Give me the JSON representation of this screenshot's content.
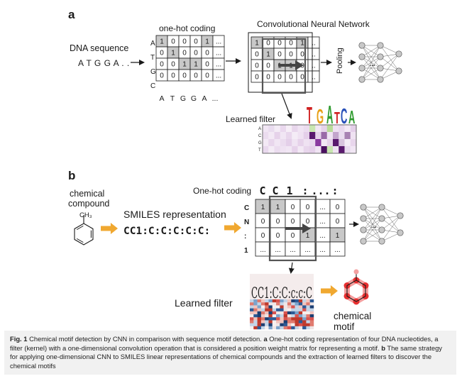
{
  "panel_a": {
    "label": "a",
    "dna_title": "DNA sequence",
    "dna_seq": "A T G G A . .",
    "onehot_title": "one-hot coding",
    "row_labels": [
      "A",
      "T",
      "G",
      "C"
    ],
    "col_labels": [
      "A",
      "T",
      "G",
      "G",
      "A",
      "..."
    ],
    "grid": [
      [
        "1",
        "0",
        "0",
        "0",
        "1",
        "..."
      ],
      [
        "0",
        "1",
        "0",
        "0",
        "0",
        "..."
      ],
      [
        "0",
        "0",
        "1",
        "1",
        "0",
        "..."
      ],
      [
        "0",
        "0",
        "0",
        "0",
        "0",
        "..."
      ]
    ],
    "cnn_title": "Convolutional Neural Network",
    "cnn_grid": [
      [
        "1",
        "0",
        "0",
        "0",
        "1",
        ".."
      ],
      [
        "0",
        "1",
        "0",
        "0",
        "0",
        ".."
      ],
      [
        "0",
        "0",
        "1",
        "1",
        "0",
        ".."
      ],
      [
        "0",
        "0",
        "0",
        "0",
        "0",
        ".."
      ]
    ],
    "pooling_label": "Pooling",
    "hidden_dots": "...",
    "learned_filter_label": "Learned filter",
    "filter_rows": [
      "A",
      "C",
      "G",
      "T"
    ],
    "logo_letters": [
      "T",
      "G",
      "A",
      "T",
      "C",
      "A"
    ],
    "logo_colors": {
      "A": "#2e9a2e",
      "C": "#2850b8",
      "G": "#e8a018",
      "T": "#d02020"
    }
  },
  "panel_b": {
    "label": "b",
    "compound_title_1": "chemical",
    "compound_title_2": "compound",
    "methyl": "CH₃",
    "smiles_title": "SMILES representation",
    "smiles_string": "CC1:C:C:C:C:C:",
    "onehot_title": "One-hot coding",
    "header_chars": [
      "C",
      "C",
      "1",
      ":",
      "...",
      ":"
    ],
    "row_labels": [
      "C",
      "N",
      ":",
      "1"
    ],
    "grid": [
      [
        "1",
        "1",
        "0",
        "0",
        "...",
        "0"
      ],
      [
        "0",
        "0",
        "0",
        "0",
        "...",
        "0"
      ],
      [
        "0",
        "0",
        "0",
        "1",
        "...",
        "1"
      ],
      [
        "...",
        "...",
        "...",
        "...",
        "...",
        "..."
      ]
    ],
    "hidden_dots": "...",
    "learned_filter_label": "Learned filter",
    "filter_logo": "CC1:C:C:c:c:C",
    "motif_label_1": "chemical",
    "motif_label_2": "motif"
  },
  "caption": {
    "fig_label": "Fig. 1",
    "text_1": " Chemical motif detection by CNN in comparison with sequence motif detection. ",
    "a": "a",
    "text_2": " One-hot coding representation of four DNA nucleotides, a filter (kernel) with a one-dimensional convolution operation that is considered a position weight matrix for representing a motif. ",
    "b": "b",
    "text_3": " The same strategy for applying one-dimensional CNN to SMILES linear representations of chemical compounds and the extraction of learned filters to discover the chemical motifs"
  },
  "colors": {
    "ink": "#1a1a1a",
    "cell_highlight": "#c8c8c8",
    "arrow_orange": "#f0a830",
    "motif_red": "#e83030",
    "filter_purple": "#5a1a6e"
  }
}
